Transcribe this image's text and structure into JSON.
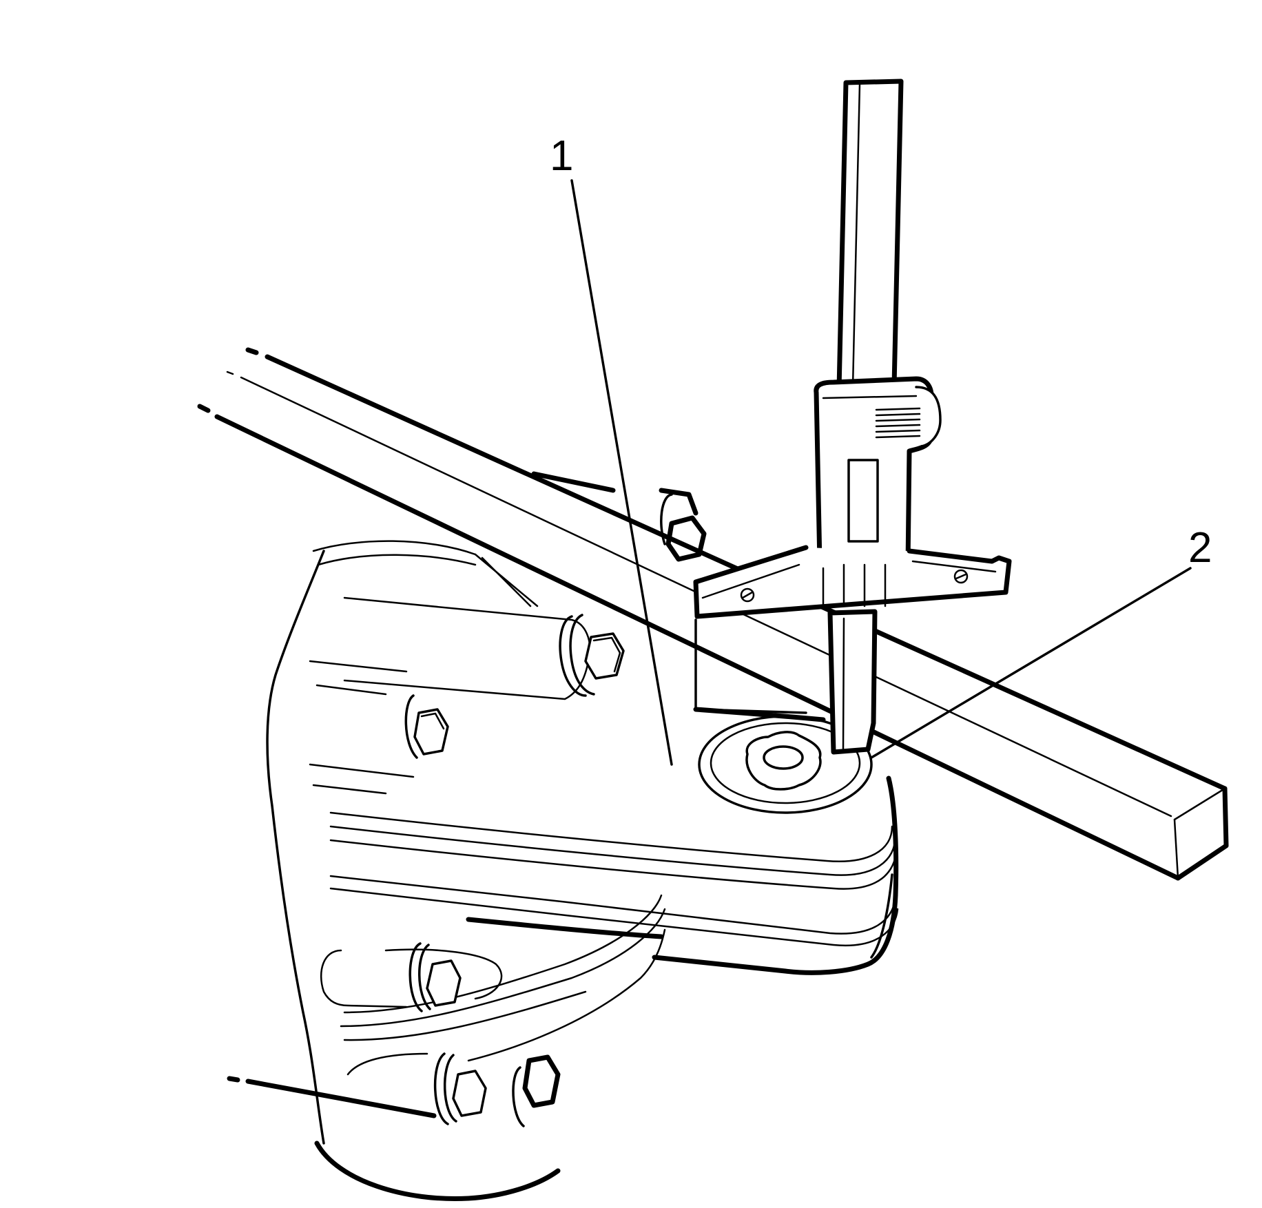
{
  "callouts": [
    {
      "id": "1",
      "label": "1"
    },
    {
      "id": "2",
      "label": "2"
    }
  ],
  "colors": {
    "line": "#000000",
    "background": "#ffffff"
  },
  "icons": [
    "depth-gauge-icon",
    "straightedge-bar-icon",
    "differential-housing-icon",
    "bolt-icon"
  ]
}
